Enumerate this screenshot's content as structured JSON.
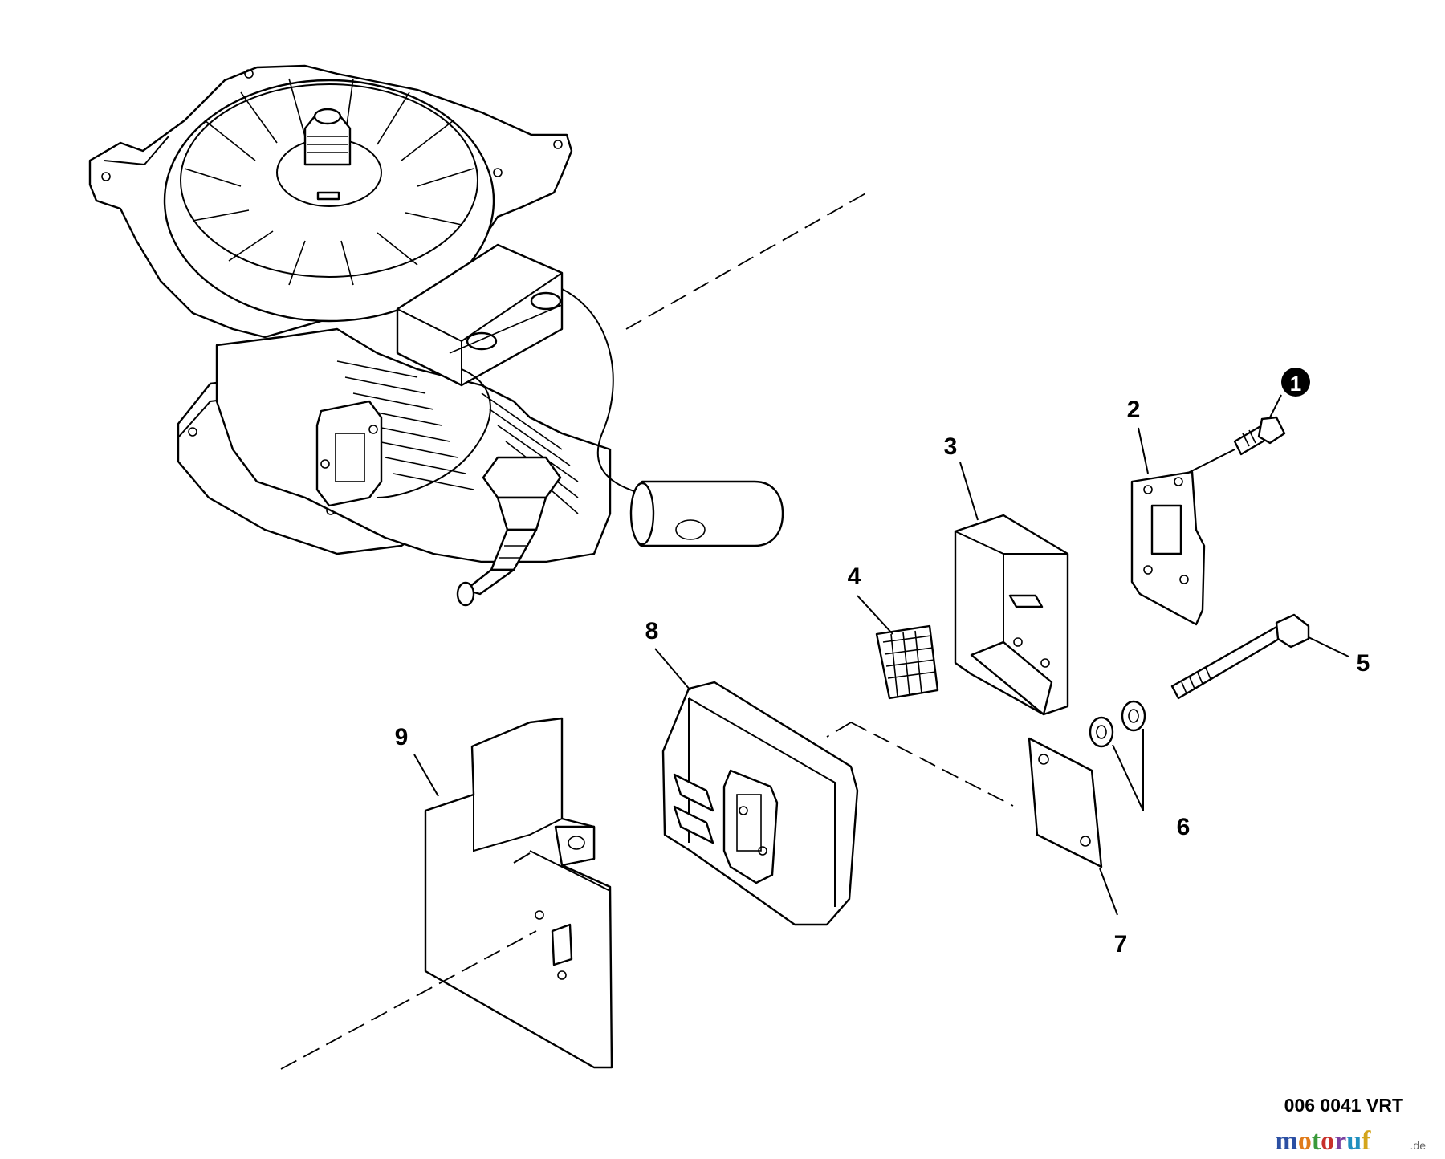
{
  "callouts": {
    "c1": "1",
    "c2": "2",
    "c3": "3",
    "c4": "4",
    "c5": "5",
    "c6": "6",
    "c7": "7",
    "c8": "8",
    "c9": "9"
  },
  "drawing_code": "006 0041 VRT",
  "watermark": {
    "letters": [
      "m",
      "o",
      "t",
      "o",
      "r",
      "u",
      "f"
    ],
    "letter_colors": [
      "#2b4fa3",
      "#e07b1a",
      "#3a9a3a",
      "#c8302a",
      "#7a3fa0",
      "#1f8fbf",
      "#d4a51c"
    ],
    "suffix": ".de"
  }
}
